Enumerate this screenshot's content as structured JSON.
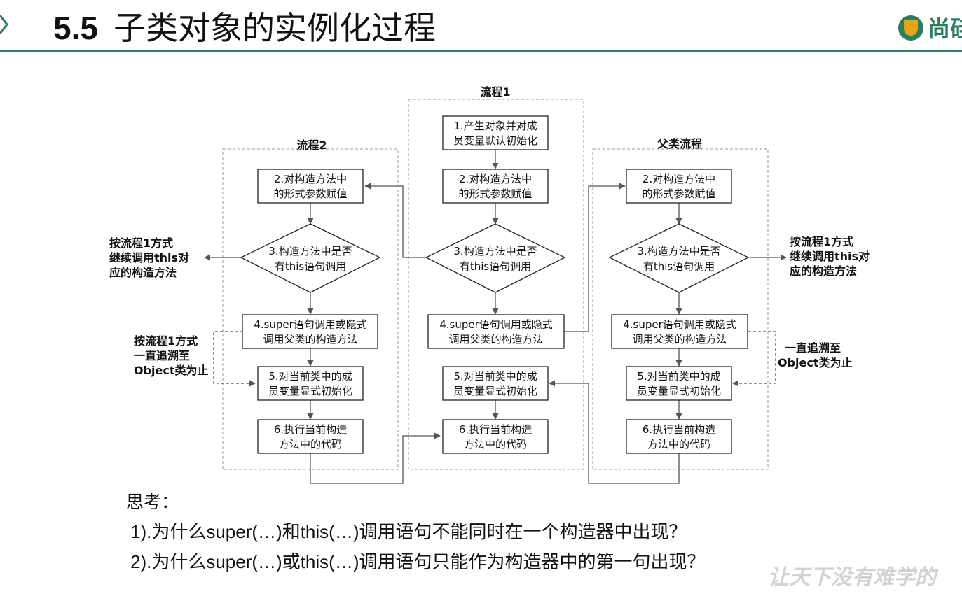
{
  "header": {
    "section_number": "5.5",
    "title": "子类对象的实例化过程",
    "logo_text": "尚硅"
  },
  "diagram": {
    "flow1_label": "流程1",
    "flow2_label": "流程2",
    "parent_label": "父类流程",
    "flow1": {
      "step1": [
        "1.产生对象并对成",
        "员变量默认初始化"
      ],
      "step2": [
        "2.对构造方法中",
        "的形式参数赋值"
      ],
      "step3": [
        "3.构造方法中是否",
        "有this语句调用"
      ],
      "step4": [
        "4.super语句调用或隐式",
        "调用父类的构造方法"
      ],
      "step5": [
        "5.对当前类中的成",
        "员变量显式初始化"
      ],
      "step6": [
        "6.执行当前构造",
        "方法中的代码"
      ]
    },
    "flow2": {
      "step2": [
        "2.对构造方法中",
        "的形式参数赋值"
      ],
      "step3": [
        "3.构造方法中是否",
        "有this语句调用"
      ],
      "step4": [
        "4.super语句调用或隐式",
        "调用父类的构造方法"
      ],
      "step5": [
        "5.对当前类中的成",
        "员变量显式初始化"
      ],
      "step6": [
        "6.执行当前构造",
        "方法中的代码"
      ]
    },
    "parent": {
      "step2": [
        "2.对构造方法中",
        "的形式参数赋值"
      ],
      "step3": [
        "3.构造方法中是否",
        "有this语句调用"
      ],
      "step4": [
        "4.super语句调用或隐式",
        "调用父类的构造方法"
      ],
      "step5": [
        "5.对当前类中的成",
        "员变量显式初始化"
      ],
      "step6": [
        "6.执行当前构造",
        "方法中的代码"
      ]
    },
    "notes": {
      "left_this": [
        "按流程1方式",
        "继续调用this对",
        "应的构造方法"
      ],
      "left_object": [
        "按流程1方式",
        "一直追溯至",
        "Object类为止"
      ],
      "right_this": [
        "按流程1方式",
        "继续调用this对",
        "应的构造方法"
      ],
      "right_object": [
        "一直追溯至",
        "Object类为止"
      ]
    }
  },
  "questions": {
    "heading": "思考：",
    "q1": "1).为什么super(…)和this(…)调用语句不能同时在一个构造器中出现？",
    "q2": "2).为什么super(…)或this(…)调用语句只能作为构造器中的第一句出现？"
  },
  "watermark": "让天下没有难学的"
}
